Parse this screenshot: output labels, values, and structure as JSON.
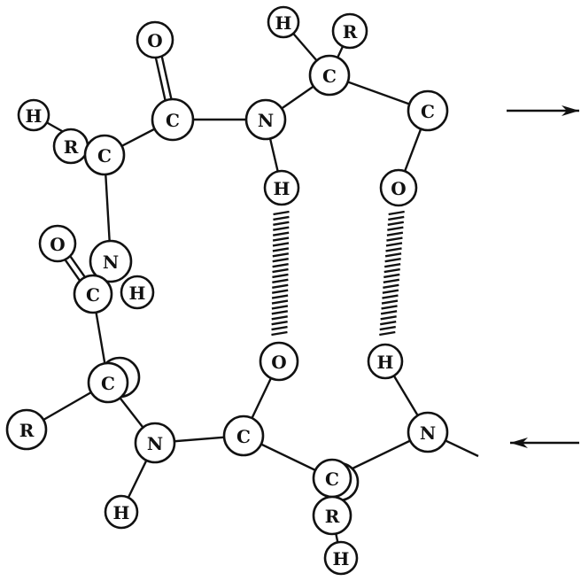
{
  "diagram": {
    "type": "protein backbone hydrogen-bonded turn",
    "atoms": [
      "O",
      "H",
      "R",
      "C",
      "C",
      "C",
      "N",
      "H",
      "R",
      "C",
      "H",
      "O",
      "O",
      "N",
      "C",
      "H",
      "O",
      "H",
      "C",
      "R",
      "N",
      "C",
      "N",
      "C",
      "R",
      "H",
      "H"
    ],
    "arrows": [
      {
        "direction": "right"
      },
      {
        "direction": "left"
      }
    ],
    "colors": {
      "ink": "#111111",
      "background": "#ffffff"
    }
  }
}
